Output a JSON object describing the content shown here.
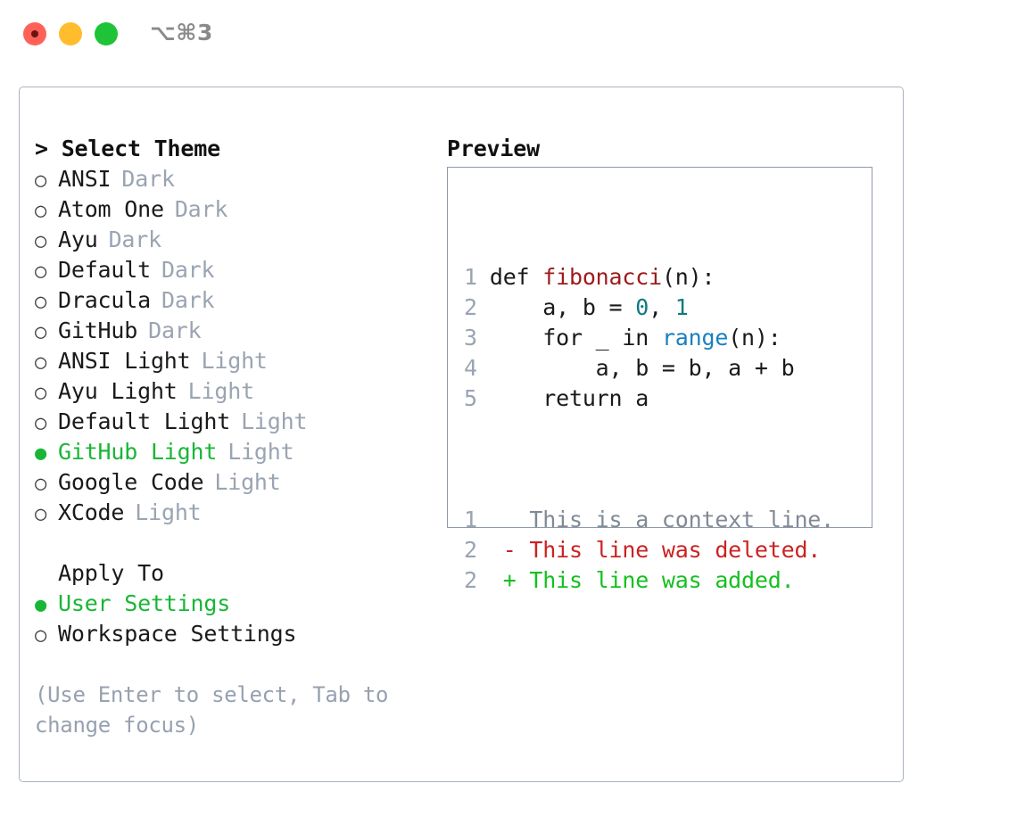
{
  "titlebar": {
    "shortcut": "⌥⌘3",
    "buttons": [
      {
        "name": "close",
        "color": "#ff6159"
      },
      {
        "name": "minimize",
        "color": "#ffbd2e"
      },
      {
        "name": "maximize",
        "color": "#1ec337"
      }
    ]
  },
  "theme_panel": {
    "heading": "> Select Theme",
    "options": [
      {
        "marker": "○",
        "label": "ANSI",
        "tag": "Dark",
        "selected": false
      },
      {
        "marker": "○",
        "label": "Atom One",
        "tag": "Dark",
        "selected": false
      },
      {
        "marker": "○",
        "label": "Ayu",
        "tag": "Dark",
        "selected": false
      },
      {
        "marker": "○",
        "label": "Default",
        "tag": "Dark",
        "selected": false
      },
      {
        "marker": "○",
        "label": "Dracula",
        "tag": "Dark",
        "selected": false
      },
      {
        "marker": "○",
        "label": "GitHub",
        "tag": "Dark",
        "selected": false
      },
      {
        "marker": "○",
        "label": "ANSI Light",
        "tag": "Light",
        "selected": false
      },
      {
        "marker": "○",
        "label": "Ayu Light",
        "tag": "Light",
        "selected": false
      },
      {
        "marker": "○",
        "label": "Default Light",
        "tag": "Light",
        "selected": false
      },
      {
        "marker": "●",
        "label": "GitHub Light",
        "tag": "Light",
        "selected": true
      },
      {
        "marker": "○",
        "label": "Google Code",
        "tag": "Light",
        "selected": false
      },
      {
        "marker": "○",
        "label": "XCode",
        "tag": "Light",
        "selected": false
      }
    ]
  },
  "apply_to": {
    "heading": "Apply To",
    "options": [
      {
        "marker": "●",
        "label": "User Settings",
        "selected": true
      },
      {
        "marker": "○",
        "label": "Workspace Settings",
        "selected": false
      }
    ]
  },
  "hint": {
    "line1": "(Use Enter to select, Tab to",
    "line2": "change focus)"
  },
  "preview": {
    "heading": "Preview",
    "code_lines": [
      {
        "no": "1",
        "tokens": [
          {
            "t": "def ",
            "c": "kw"
          },
          {
            "t": "fibonacci",
            "c": "fn"
          },
          {
            "t": "(n):",
            "c": "plain-code"
          }
        ]
      },
      {
        "no": "2",
        "tokens": [
          {
            "t": "    a, b = ",
            "c": "plain-code"
          },
          {
            "t": "0",
            "c": "num"
          },
          {
            "t": ", ",
            "c": "plain-code"
          },
          {
            "t": "1",
            "c": "num"
          }
        ]
      },
      {
        "no": "3",
        "tokens": [
          {
            "t": "    for _ in ",
            "c": "plain-code"
          },
          {
            "t": "range",
            "c": "builtin"
          },
          {
            "t": "(n):",
            "c": "plain-code"
          }
        ]
      },
      {
        "no": "4",
        "tokens": [
          {
            "t": "        a, b = b, a + b",
            "c": "plain-code"
          }
        ]
      },
      {
        "no": "5",
        "tokens": [
          {
            "t": "    return a",
            "c": "plain-code"
          }
        ]
      }
    ],
    "diff_lines": [
      {
        "no": "1",
        "sign": " ",
        "text": " This is a context line.",
        "kind": "d-ctx"
      },
      {
        "no": "2",
        "sign": "-",
        "text": " This line was deleted.",
        "kind": "d-del"
      },
      {
        "no": "2",
        "sign": "+",
        "text": " This line was added.",
        "kind": "d-add"
      }
    ]
  },
  "colors": {
    "accent_green": "#19b636",
    "muted": "#9aa4b2",
    "border": "#aab3c0",
    "preview_border": "#8e99a9",
    "fn_red": "#9d1b1b",
    "num_teal": "#0d7a80",
    "builtin_blue": "#1a80bf",
    "diff_add": "#15c020",
    "diff_del": "#cc2222"
  }
}
